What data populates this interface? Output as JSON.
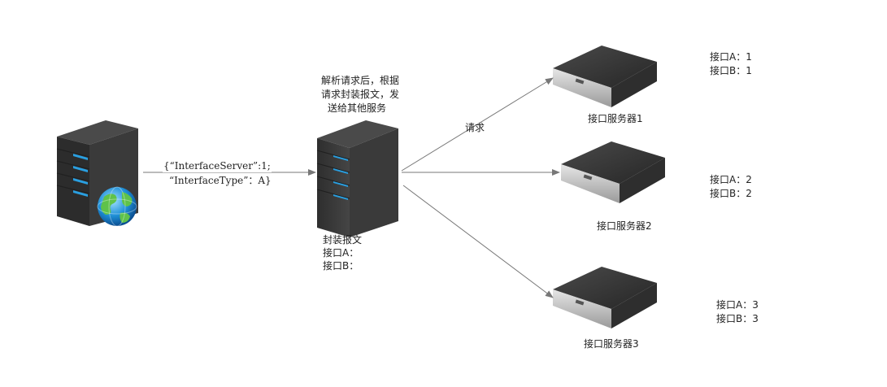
{
  "diagram": {
    "client_request_payload": {
      "line1": "{“InterfaceServer”:1;",
      "line2": "“InterfaceType”：A}"
    },
    "gateway_note": {
      "line1": "解析请求后，根据",
      "line2": "请求封装报文，发",
      "line3": "送给其他服务"
    },
    "gateway_packet": {
      "title": "封装报文",
      "field_a": "接口A：",
      "field_b": "接口B："
    },
    "request_label": "请求",
    "servers": [
      {
        "name": "接口服务器1",
        "interface_a": "接口A：1",
        "interface_b": "接口B：1"
      },
      {
        "name": "接口服务器2",
        "interface_a": "接口A：2",
        "interface_b": "接口B：2"
      },
      {
        "name": "接口服务器3",
        "interface_a": "接口A：3",
        "interface_b": "接口B：3"
      }
    ],
    "colors": {
      "server_body": "#3a3a3a",
      "server_led": "#2a9fe0",
      "rack_front": "#c8c8c8",
      "arrow": "#777777"
    },
    "icons": {
      "client": "web-server-globe-icon",
      "gateway": "tower-server-icon",
      "targets": "rack-server-icon"
    }
  }
}
